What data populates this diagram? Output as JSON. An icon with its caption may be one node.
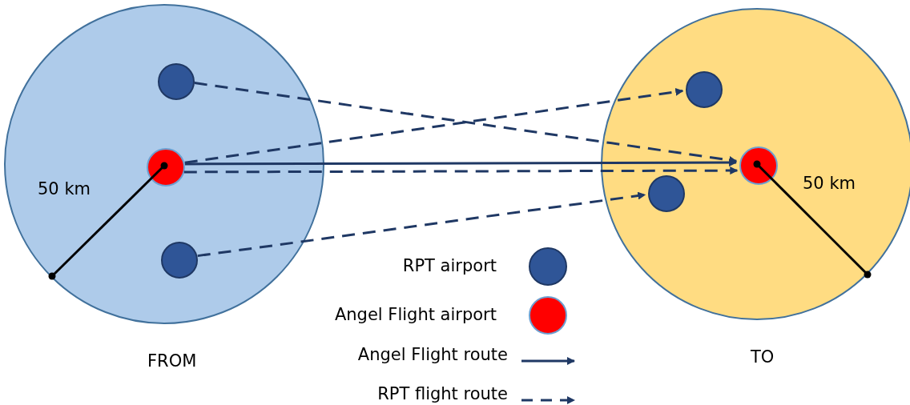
{
  "diagram": {
    "nodes": [
      {
        "text": [
          "FROM"
        ]
      },
      {
        "text": [
          "TO"
        ]
      },
      {
        "text": [],
        "shape": "circle",
        "in": 0
      },
      {
        "text": [],
        "shape": "circle",
        "in": 0
      },
      {
        "text": [],
        "shape": "circle",
        "in": 0
      },
      {
        "text": [],
        "shape": "circle",
        "in": 1
      },
      {
        "text": [],
        "shape": "circle",
        "in": 1
      },
      {
        "text": [],
        "shape": "circle",
        "in": 1
      }
    ],
    "edges": [
      {
        "from": 2,
        "to": 6,
        "arrow": "to",
        "style": "dashed"
      },
      {
        "from": 3,
        "to": 5,
        "arrow": "to",
        "style": "dashed"
      },
      {
        "from": 3,
        "to": 6,
        "arrow": "to"
      },
      {
        "from": 3,
        "to": 6,
        "arrow": "to",
        "style": "dashed"
      },
      {
        "from": 4,
        "to": 7,
        "arrow": "to",
        "style": "dashed"
      }
    ],
    "labels": [
      "50 km",
      "50 km"
    ],
    "legend": [
      {
        "text": "RPT airport",
        "color": "#2f5597"
      },
      {
        "text": "Angel Flight airport",
        "color": "#ff0000"
      },
      {
        "text": "Angel Flight route"
      },
      {
        "text": "RPT flight route"
      }
    ]
  }
}
